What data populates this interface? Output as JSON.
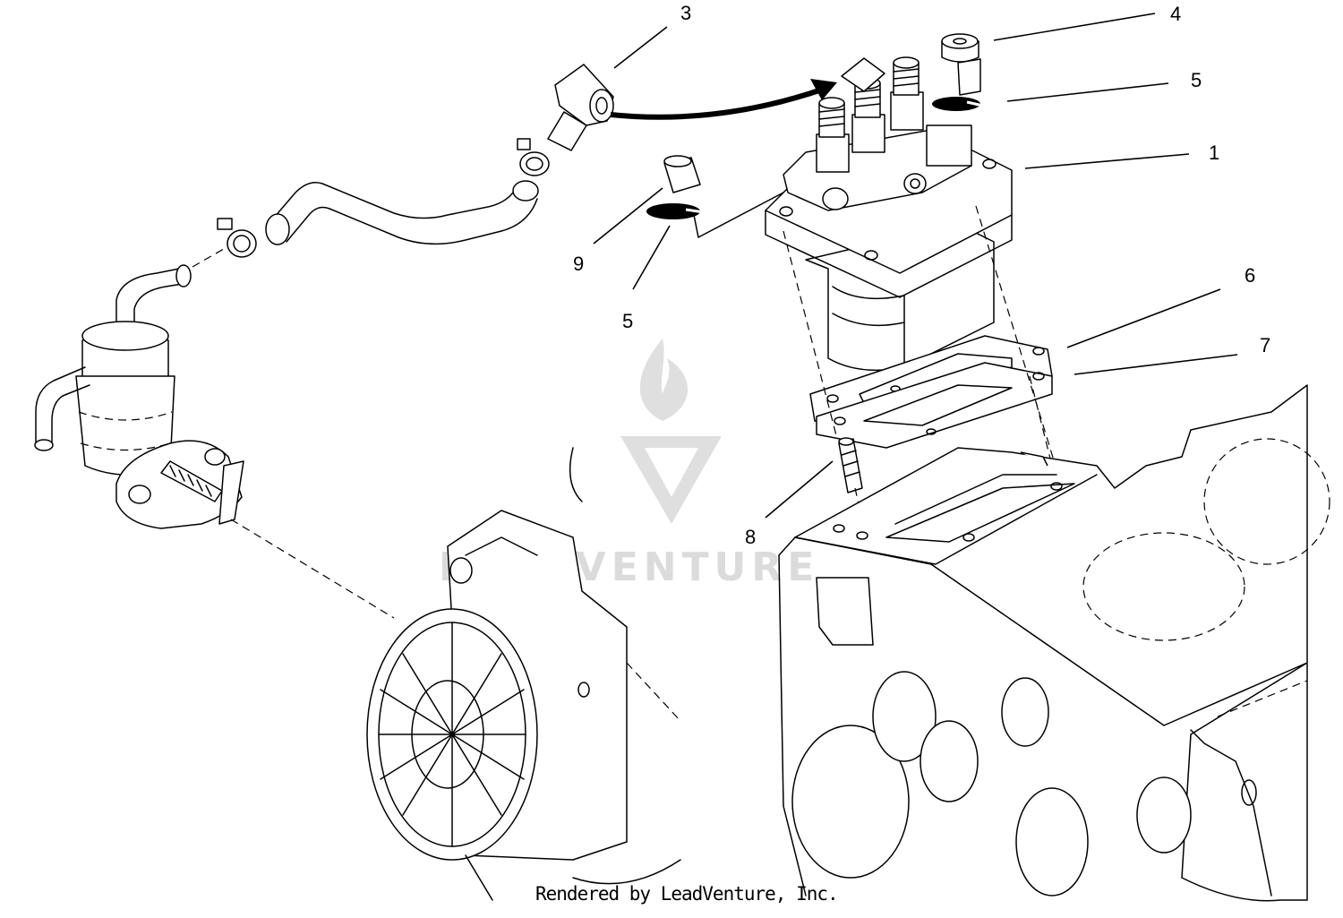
{
  "diagram": {
    "callouts": [
      "3",
      "4",
      "5",
      "1",
      "9",
      "5",
      "6",
      "7",
      "8"
    ],
    "watermark": "LEADVENTURE",
    "footer": "Rendered by LeadVenture, Inc."
  },
  "colors": {
    "line": "#000000",
    "watermark": "#d8d8d8",
    "background": "#ffffff"
  }
}
